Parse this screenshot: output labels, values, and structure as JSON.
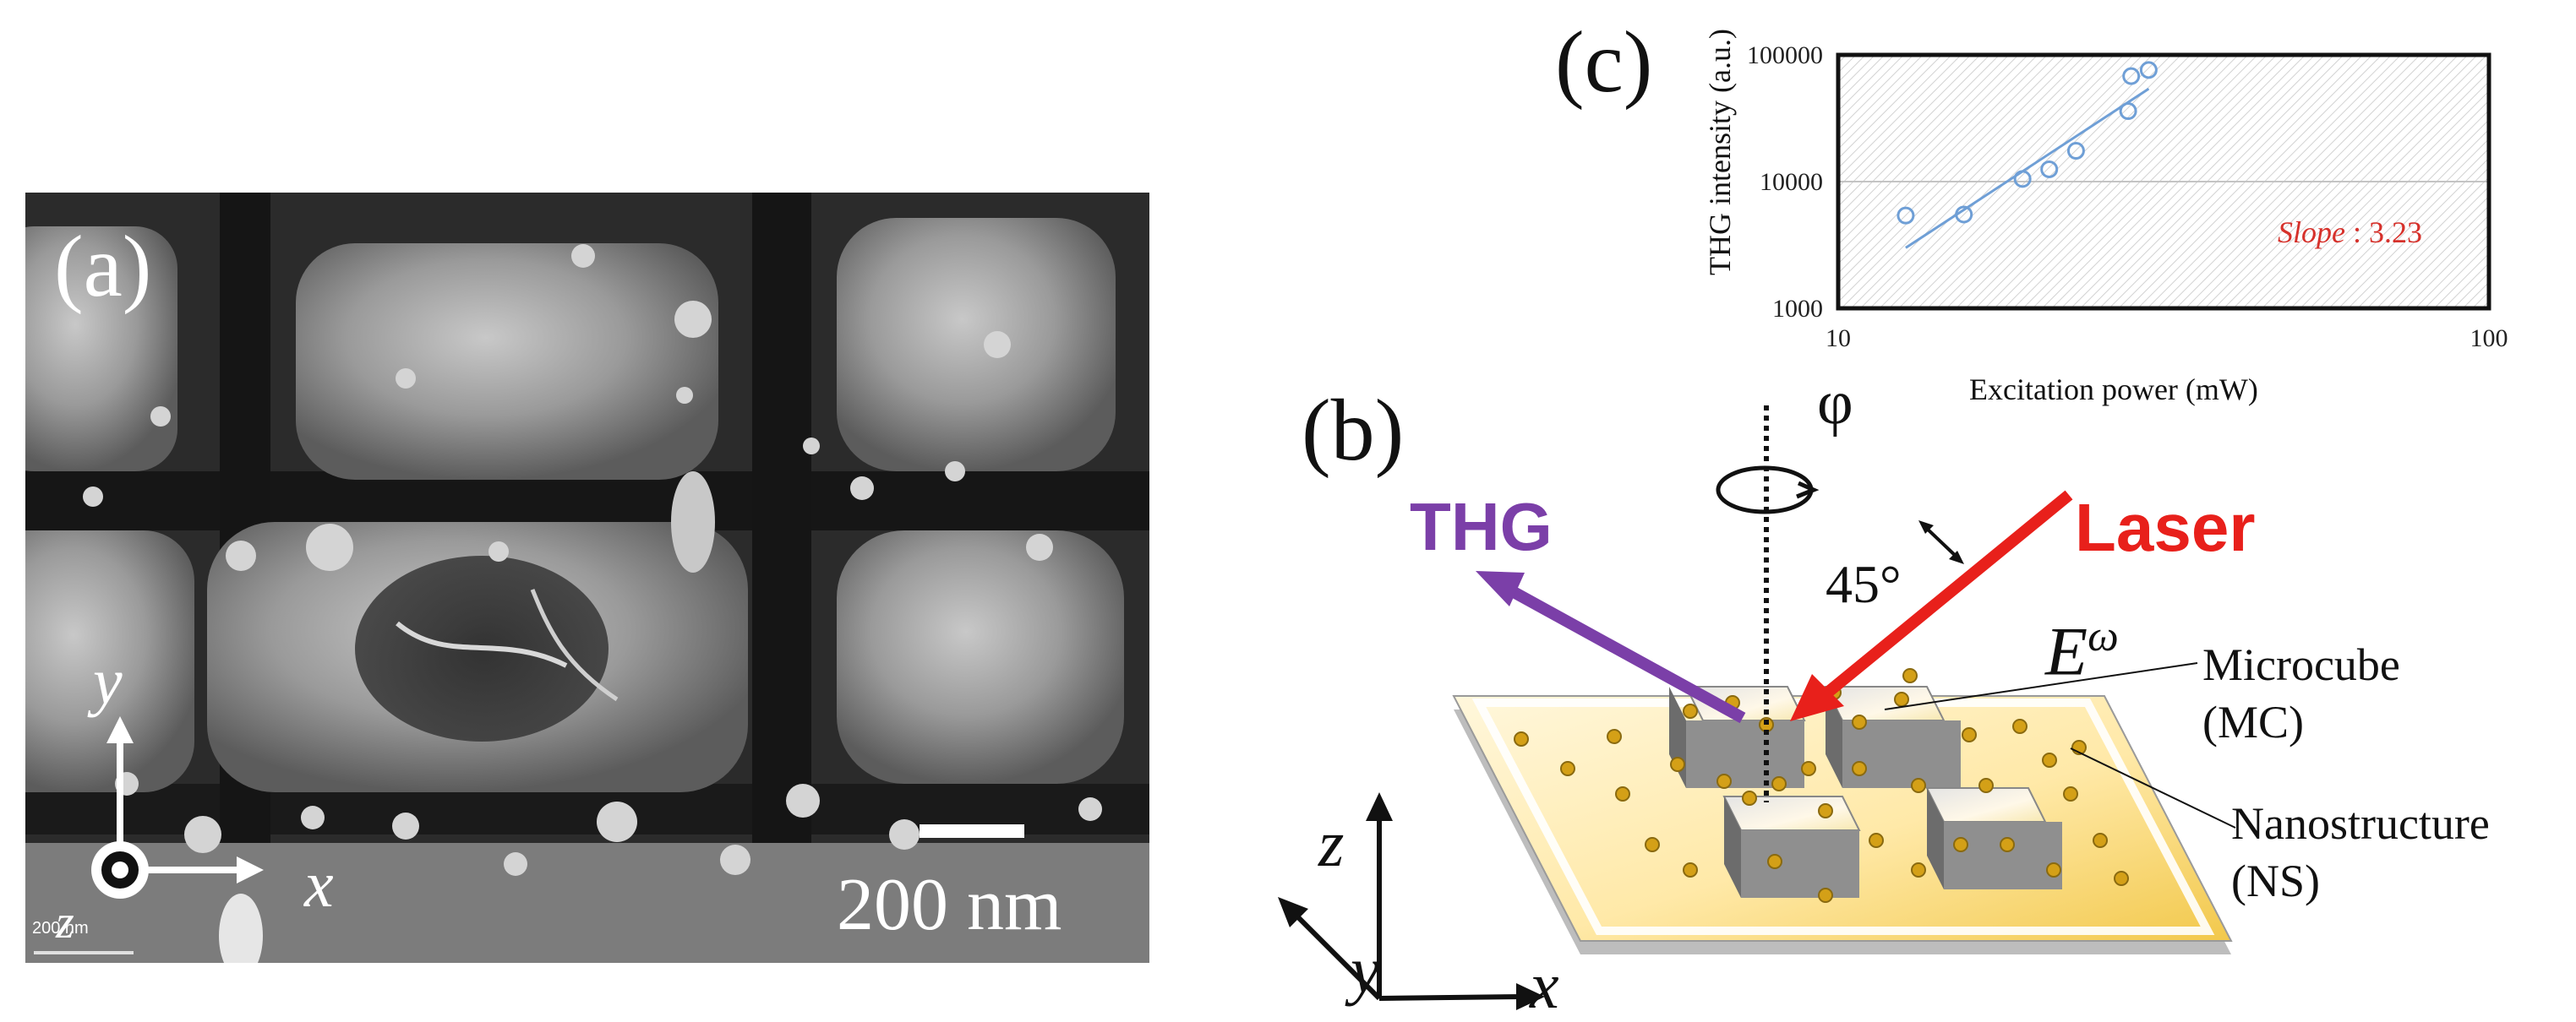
{
  "panel_a": {
    "label": "(a)",
    "scale_bar_text": "200 nm",
    "mini_scale_text": "200 nm",
    "axis_y": "y",
    "axis_x": "x",
    "axis_z": "z"
  },
  "panel_b": {
    "label": "(b)",
    "thg": "THG",
    "laser": "Laser",
    "phi": "φ",
    "angle": "45°",
    "efield": "E",
    "efield_sup": "ω",
    "microcube_line1": "Microcube",
    "microcube_line2": "(MC)",
    "nanostructure_line1": "Nanostructure",
    "nanostructure_line2": "(NS)",
    "axis_x": "x",
    "axis_y": "y",
    "axis_z": "z",
    "colors": {
      "thg": "#7b3fa8",
      "laser": "#e8201b",
      "substrate": "#f2c84b",
      "nanoparticle": "#d4a017"
    }
  },
  "panel_c": {
    "label": "(c)"
  },
  "chart_data": {
    "type": "scatter",
    "x_scale": "log",
    "y_scale": "log",
    "xlabel": "Excitation power (mW)",
    "ylabel": "THG intensity (a.u.)",
    "xlim": [
      10,
      100
    ],
    "ylim": [
      1000,
      100000
    ],
    "x_ticks": [
      "10",
      "100"
    ],
    "y_ticks": [
      "1000",
      "10000",
      "100000"
    ],
    "series": [
      {
        "points": [
          {
            "x": 12.7,
            "y": 5400
          },
          {
            "x": 15.6,
            "y": 5500
          },
          {
            "x": 19.2,
            "y": 10500
          },
          {
            "x": 21.1,
            "y": 12500
          },
          {
            "x": 23.2,
            "y": 17500
          },
          {
            "x": 27.9,
            "y": 36000
          },
          {
            "x": 28.2,
            "y": 68000
          },
          {
            "x": 30.0,
            "y": 76000
          }
        ],
        "color": "#6f9fd6"
      }
    ],
    "fit": {
      "x_start": 12.7,
      "y_start": 3000,
      "x_end": 30.0,
      "y_end": 54000
    },
    "annotation_label": "Slope",
    "annotation_value": " : 3.23",
    "annotation_color": "#d6312b",
    "grid_line_at": 10000
  }
}
